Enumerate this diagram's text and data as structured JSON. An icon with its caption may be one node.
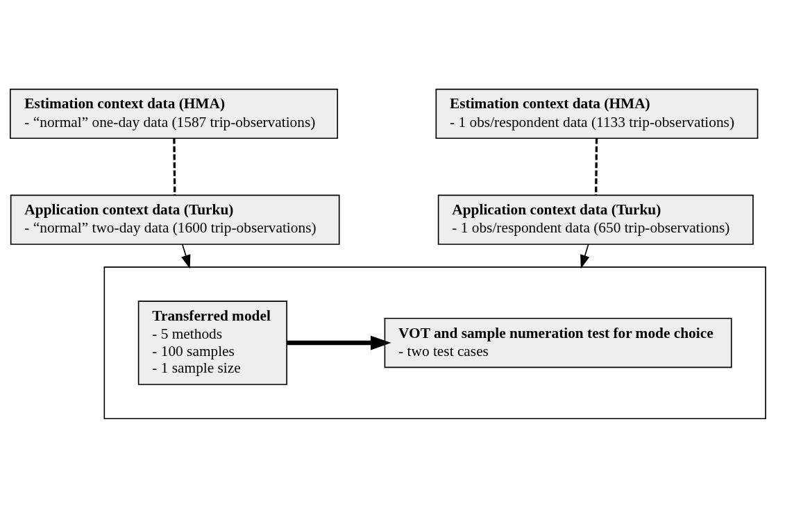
{
  "diagram": {
    "nodes": [
      {
        "text": [
          "Estimation context data (HMA)",
          "- “normal” one-day data (1587 trip-observations)"
        ]
      },
      {
        "text": [
          "Application context data (Turku)",
          "- “normal” two-day data (1600 trip-observations)"
        ]
      },
      {
        "text": [
          "Estimation context data (HMA)",
          "- 1 obs/respondent data (1133 trip-observations)"
        ]
      },
      {
        "text": [
          "Application context data (Turku)",
          "- 1 obs/respondent data (650 trip-observations)"
        ]
      },
      {
        "text": [],
        "shape": "box"
      },
      {
        "text": [
          "Transferred model",
          "- 5 methods",
          "- 100 samples",
          "- 1 sample size"
        ],
        "in": 4
      },
      {
        "text": [
          "VOT and sample numeration test for mode choice",
          "- two test cases"
        ],
        "in": 4
      }
    ],
    "edges": [
      {
        "from": 0,
        "to": 1,
        "arrow": "none",
        "style": "dashed"
      },
      {
        "from": 2,
        "to": 3,
        "arrow": "none",
        "style": "dashed"
      },
      {
        "from": 1,
        "to": 4,
        "arrow": "to"
      },
      {
        "from": 3,
        "to": 4,
        "arrow": "to"
      },
      {
        "from": 5,
        "to": 6,
        "arrow": "to",
        "style": "thick"
      }
    ]
  }
}
